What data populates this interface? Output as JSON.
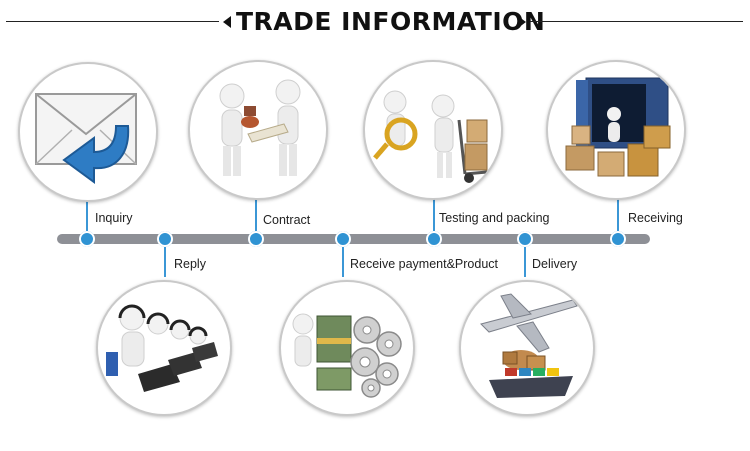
{
  "header": {
    "title": "TRADE INFORMATION"
  },
  "steps": [
    {
      "label": "Inquiry",
      "icon": "envelope-reply-icon"
    },
    {
      "label": "Reply",
      "icon": "customer-service-operators-icon"
    },
    {
      "label": "Contract",
      "icon": "handshake-stamp-icon"
    },
    {
      "label": "Receive payment&Product",
      "icon": "money-and-gears-icon"
    },
    {
      "label": "Testing and packing",
      "icon": "magnifier-and-hand-truck-icon"
    },
    {
      "label": "Delivery",
      "icon": "airplane-and-cargo-ship-icon"
    },
    {
      "label": "Receiving",
      "icon": "container-with-boxes-icon"
    }
  ],
  "colors": {
    "timeline": "#8e9096",
    "node": "#2f93d3",
    "stem": "#3b97d6",
    "title": "#111111"
  }
}
